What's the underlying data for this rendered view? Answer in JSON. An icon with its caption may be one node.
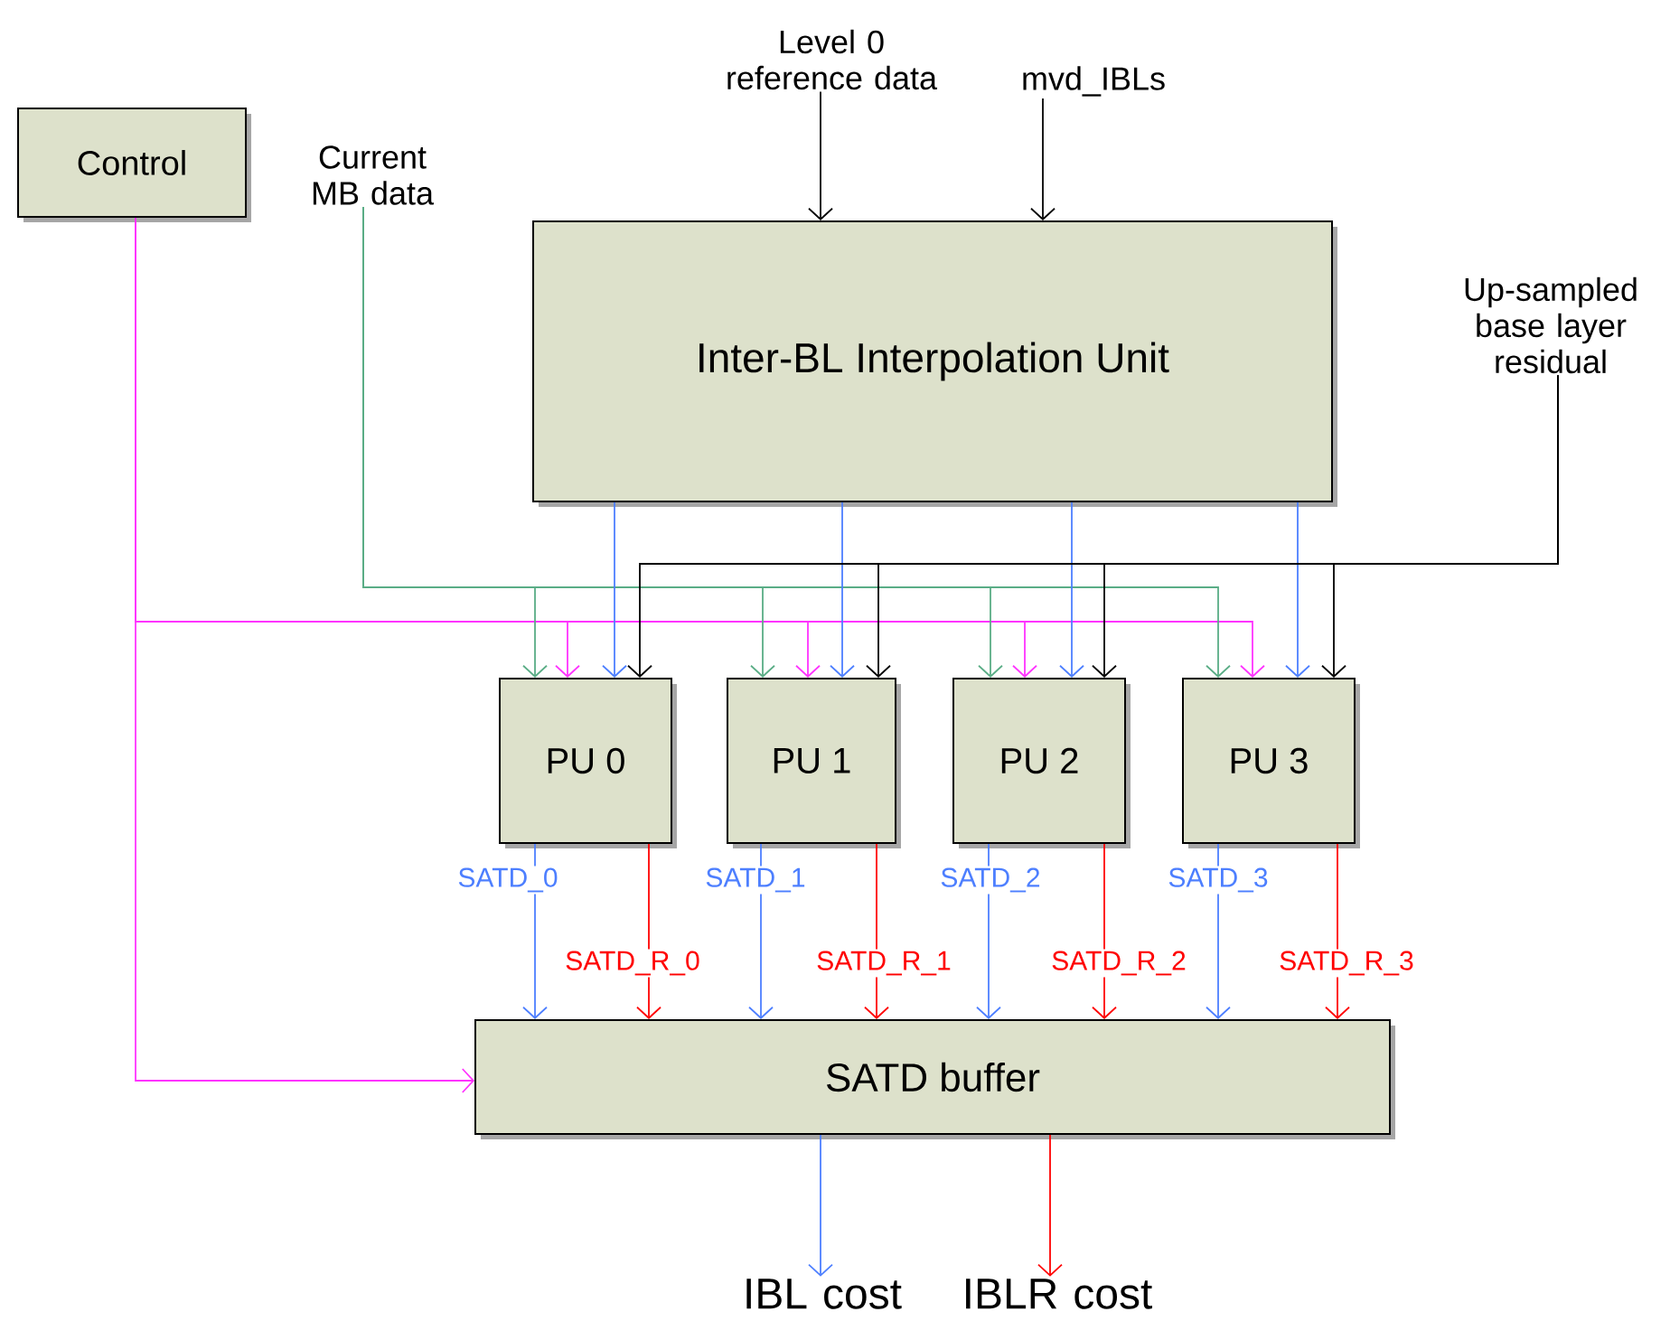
{
  "diagram": {
    "nodes": [
      {
        "text": [
          "Control"
        ]
      },
      {
        "text": [
          "Current MB data"
        ]
      },
      {
        "text": [
          "Level 0 reference data"
        ]
      },
      {
        "text": [
          "mvd_IBLs"
        ]
      },
      {
        "text": [
          "Inter-BL Interpolation Unit"
        ]
      },
      {
        "text": [
          "Up-sampled base layer residual"
        ]
      },
      {
        "text": [
          "PU 0"
        ]
      },
      {
        "text": [
          "PU 1"
        ]
      },
      {
        "text": [
          "PU 2"
        ]
      },
      {
        "text": [
          "PU 3"
        ]
      },
      {
        "text": [
          "SATD buffer"
        ]
      },
      {
        "text": [
          "IBL cost"
        ]
      },
      {
        "text": [
          "IBLR cost"
        ]
      }
    ],
    "edges": [
      {
        "from": 0,
        "to": 6,
        "arrow": "to",
        "color": "#ff33ff"
      },
      {
        "from": 0,
        "to": 7,
        "arrow": "to",
        "color": "#ff33ff"
      },
      {
        "from": 0,
        "to": 8,
        "arrow": "to",
        "color": "#ff33ff"
      },
      {
        "from": 0,
        "to": 9,
        "arrow": "to",
        "color": "#ff33ff"
      },
      {
        "from": 0,
        "to": 10,
        "arrow": "to",
        "color": "#ff33ff"
      },
      {
        "from": 1,
        "to": 6,
        "arrow": "to",
        "color": "#5aad86"
      },
      {
        "from": 1,
        "to": 7,
        "arrow": "to",
        "color": "#5aad86"
      },
      {
        "from": 1,
        "to": 8,
        "arrow": "to",
        "color": "#5aad86"
      },
      {
        "from": 1,
        "to": 9,
        "arrow": "to",
        "color": "#5aad86"
      },
      {
        "from": 2,
        "to": 4,
        "arrow": "to",
        "color": "#000000"
      },
      {
        "from": 3,
        "to": 4,
        "arrow": "to",
        "color": "#000000"
      },
      {
        "from": 4,
        "to": 6,
        "arrow": "to",
        "color": "#4d7fff"
      },
      {
        "from": 4,
        "to": 7,
        "arrow": "to",
        "color": "#4d7fff"
      },
      {
        "from": 4,
        "to": 8,
        "arrow": "to",
        "color": "#4d7fff"
      },
      {
        "from": 4,
        "to": 9,
        "arrow": "to",
        "color": "#4d7fff"
      },
      {
        "from": 5,
        "to": 6,
        "arrow": "to",
        "color": "#000000"
      },
      {
        "from": 5,
        "to": 7,
        "arrow": "to",
        "color": "#000000"
      },
      {
        "from": 5,
        "to": 8,
        "arrow": "to",
        "color": "#000000"
      },
      {
        "from": 5,
        "to": 9,
        "arrow": "to",
        "color": "#000000"
      },
      {
        "from": 6,
        "to": 10,
        "arrow": "to",
        "label": "SATD_0",
        "color": "#4d7fff"
      },
      {
        "from": 6,
        "to": 10,
        "arrow": "to",
        "label": "SATD_R_0",
        "color": "#ff0000"
      },
      {
        "from": 7,
        "to": 10,
        "arrow": "to",
        "label": "SATD_1",
        "color": "#4d7fff"
      },
      {
        "from": 7,
        "to": 10,
        "arrow": "to",
        "label": "SATD_R_1",
        "color": "#ff0000"
      },
      {
        "from": 8,
        "to": 10,
        "arrow": "to",
        "label": "SATD_2",
        "color": "#4d7fff"
      },
      {
        "from": 8,
        "to": 10,
        "arrow": "to",
        "label": "SATD_R_2",
        "color": "#ff0000"
      },
      {
        "from": 9,
        "to": 10,
        "arrow": "to",
        "label": "SATD_3",
        "color": "#4d7fff"
      },
      {
        "from": 9,
        "to": 10,
        "arrow": "to",
        "label": "SATD_R_3",
        "color": "#ff0000"
      },
      {
        "from": 10,
        "to": 11,
        "arrow": "to",
        "color": "#4d7fff"
      },
      {
        "from": 10,
        "to": 12,
        "arrow": "to",
        "color": "#ff0000"
      }
    ]
  }
}
